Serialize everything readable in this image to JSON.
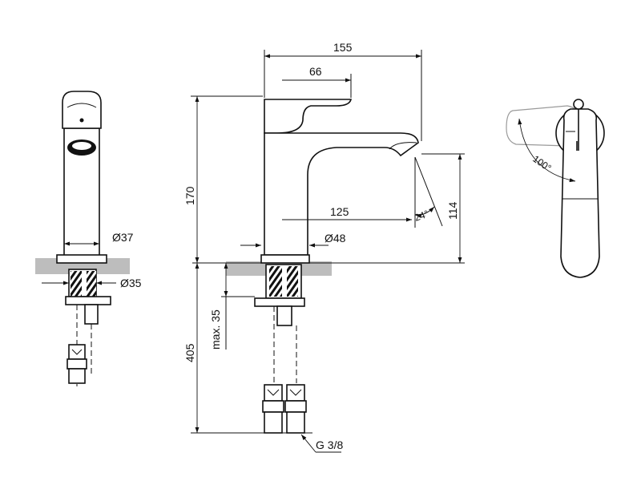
{
  "dimensions": {
    "width_total": "155",
    "handle_reach": "66",
    "spout_reach": "125",
    "height": "170",
    "spout_height": "114",
    "spout_angle": "24°",
    "body_diameter": "Ø37",
    "base_diameter": "Ø48",
    "shank_diameter": "Ø35",
    "max_deck_thickness": "max. 35",
    "hose_length": "405",
    "connection_thread": "G 3/8",
    "handle_rotation": "100°"
  }
}
